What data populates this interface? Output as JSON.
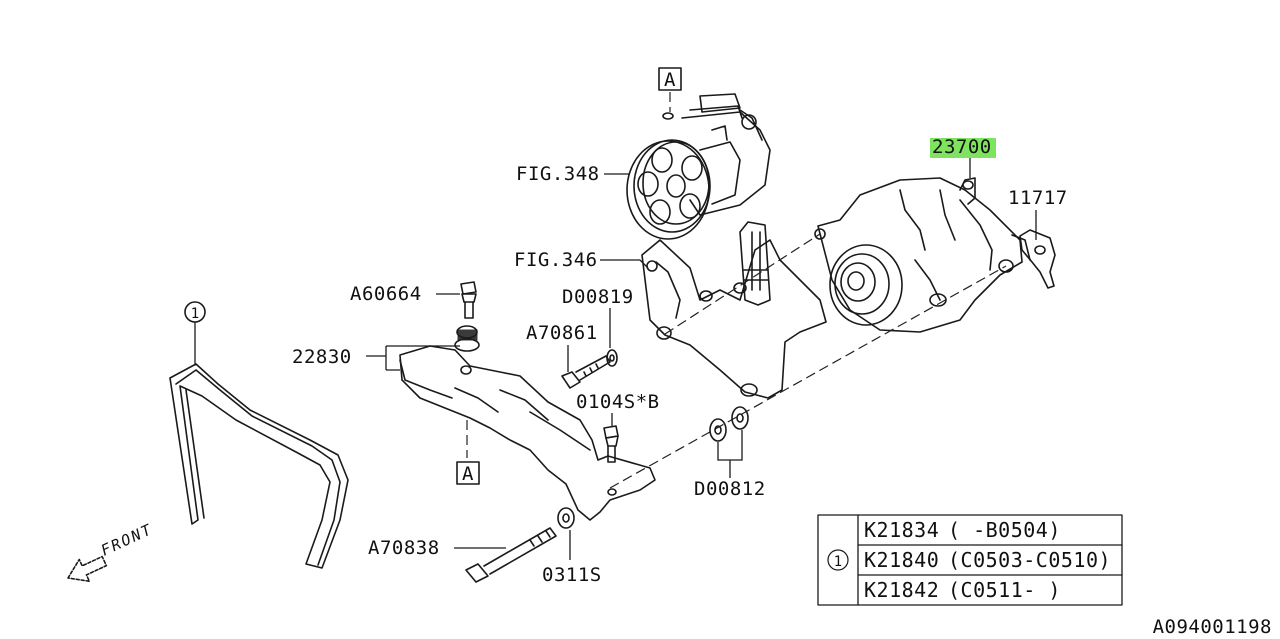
{
  "diagram": {
    "labels": {
      "fig348": "FIG.348",
      "fig346": "FIG.346",
      "p23700": "23700",
      "p11717": "11717",
      "a60664": "A60664",
      "d00819": "D00819",
      "a70861": "A70861",
      "p22830": "22830",
      "p0104s": "0104S*B",
      "d00812": "D00812",
      "a70838": "A70838",
      "p0311s": "0311S",
      "ref_a_top": "A",
      "ref_a_bottom": "A",
      "belt_ref": "1",
      "front": "FRONT",
      "diagram_id": "A094001198"
    },
    "highlight_color": "#7ee35f",
    "table": {
      "ref": "1",
      "rows": [
        {
          "part": "K21834",
          "range": "( -B0504)"
        },
        {
          "part": "K21840",
          "range": "(C0503-C0510)"
        },
        {
          "part": "K21842",
          "range": "(C0511- )"
        }
      ]
    }
  }
}
